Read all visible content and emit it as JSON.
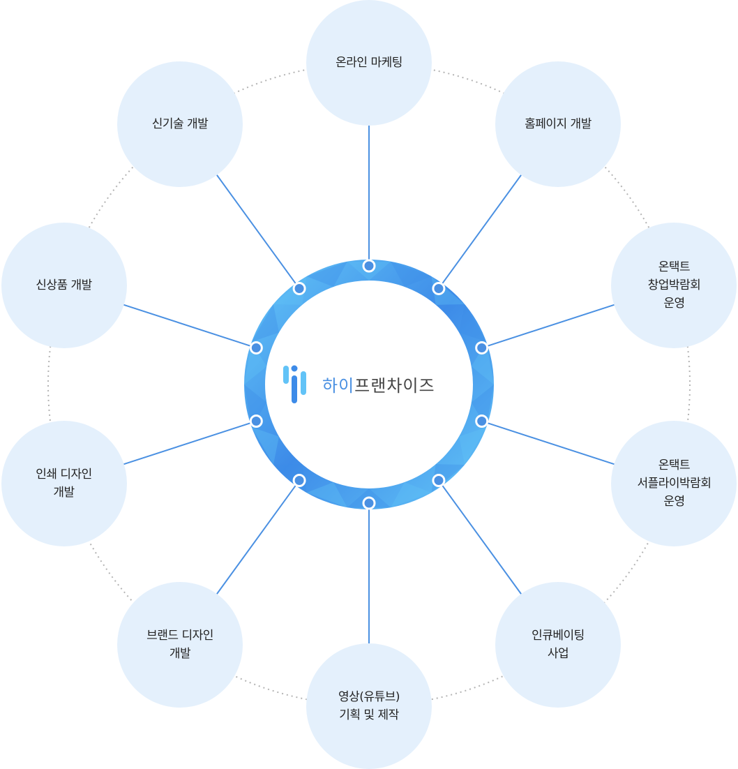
{
  "brand": {
    "part1": "하이",
    "part2": "프랜차이즈",
    "logo_icon": "brand-bars-icon"
  },
  "colors": {
    "node_fill": "#e4f0fc",
    "connector": "#4a90e2",
    "ring_dark": "#3d8be8",
    "ring_light": "#62c3f7",
    "dotted_circle": "#b3b3b3"
  },
  "nodes": [
    {
      "id": "online-marketing",
      "label": "온라인 마케팅"
    },
    {
      "id": "homepage-dev",
      "label": "홈페이지 개발"
    },
    {
      "id": "untact-startup-expo",
      "label": "온택트\n창업박람회\n운영"
    },
    {
      "id": "untact-supply-expo",
      "label": "온택트\n서플라이박람회\n운영"
    },
    {
      "id": "incubating",
      "label": "인큐베이팅\n사업"
    },
    {
      "id": "video-youtube",
      "label": "영상(유튜브)\n기획 및 제작"
    },
    {
      "id": "brand-design",
      "label": "브랜드 디자인\n개발"
    },
    {
      "id": "print-design",
      "label": "인쇄 디자인\n개발"
    },
    {
      "id": "new-product-dev",
      "label": "신상품 개발"
    },
    {
      "id": "new-tech-dev",
      "label": "신기술 개발"
    }
  ]
}
